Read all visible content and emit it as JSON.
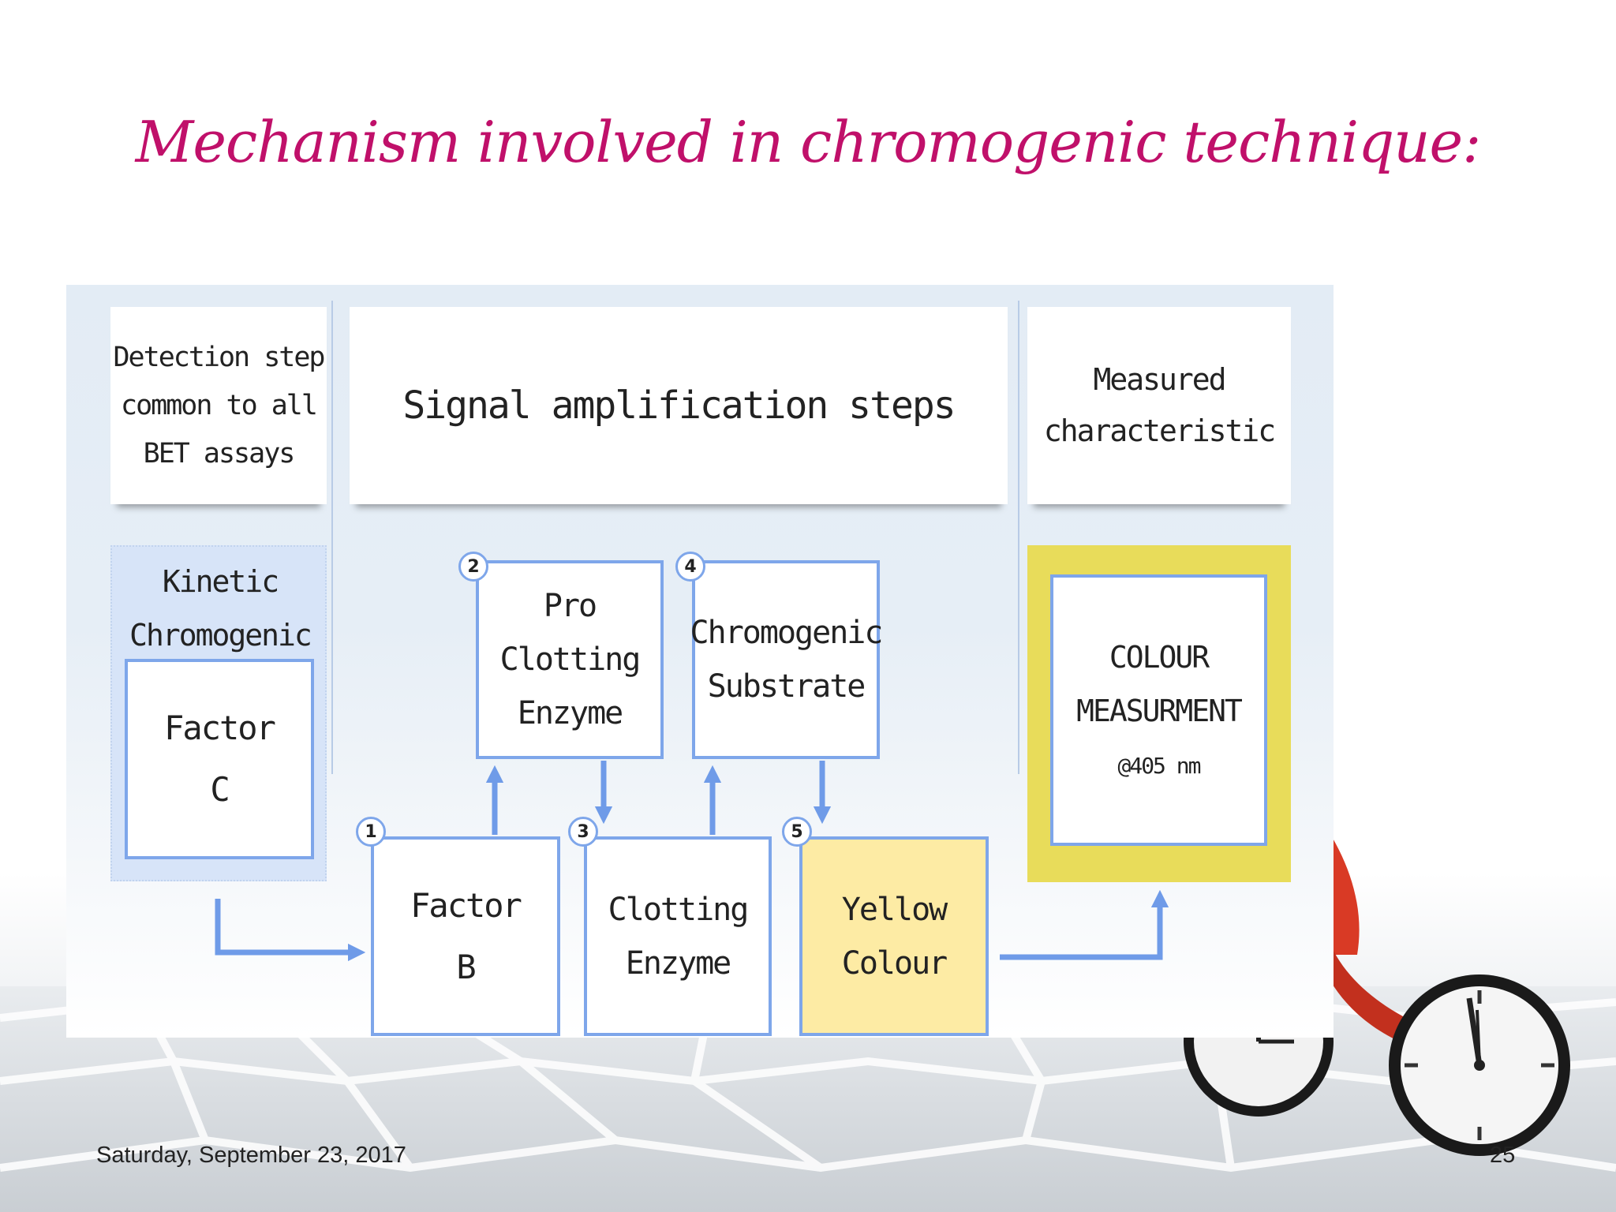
{
  "slide": {
    "title": "Mechanism involved in chromogenic technique:",
    "footer_date": "Saturday, September 23, 2017",
    "page_number": "25"
  },
  "diagram": {
    "headers": {
      "detection": "Detection step\ncommon to all\nBET assays",
      "amplification": "Signal amplification steps",
      "measured": "Measured\ncharacteristic"
    },
    "assay_label": "Kinetic\nChromogenic",
    "boxes": {
      "factor_c": "Factor\nC",
      "factor_b": "Factor\nB",
      "pro_clotting_enzyme": "Pro\nClotting\nEnzyme",
      "clotting_enzyme": "Clotting\nEnzyme",
      "chromogenic_substrate": "Chromogenic\nSubstrate",
      "yellow_colour": "Yellow\nColour",
      "colour_measurement": "COLOUR\nMEASURMENT",
      "wavelength": "@405 nm"
    },
    "steps": [
      "1",
      "2",
      "3",
      "4",
      "5"
    ],
    "colors": {
      "box_border": "#7ea6ea",
      "arrow": "#6f9be8",
      "yellow_fill": "#fdeba4",
      "measure_frame": "#e8dc5a",
      "kinetic_panel": "#d7e4f8",
      "title": "#c0106a"
    }
  }
}
